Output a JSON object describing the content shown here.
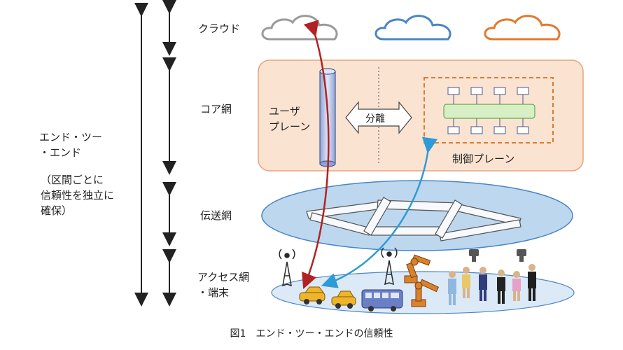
{
  "layers": {
    "cloud": "クラウド",
    "core": "コア網",
    "transport": "伝送網",
    "access_line1": "アクセス網",
    "access_line2": "・端末"
  },
  "scope": {
    "line1": "エンド・ツー",
    "line2": "・エンド",
    "note_line1": "（区間ごとに",
    "note_line2": "信頼性を独立に",
    "note_line3": "確保）"
  },
  "core_plane": {
    "user_plane_line1": "ユーザ",
    "user_plane_line2": "プレーン",
    "separation": "分離",
    "control_plane": "制御プレーン"
  },
  "caption": "図1　エンド・ツー・エンドの信頼性",
  "colors": {
    "cloud_gray": "#9a9a9a",
    "cloud_blue": "#4a86c5",
    "cloud_orange": "#e07a2e",
    "core_fill": "#fbe3d2",
    "core_border": "#e3a47e",
    "control_border": "#e07a2e",
    "control_bar": "#d6efc5",
    "transport_fill": "#bdd7ee",
    "access_fill": "#dce9f7",
    "arrow_red": "#b22222",
    "arrow_blue": "#2e9bd6"
  }
}
